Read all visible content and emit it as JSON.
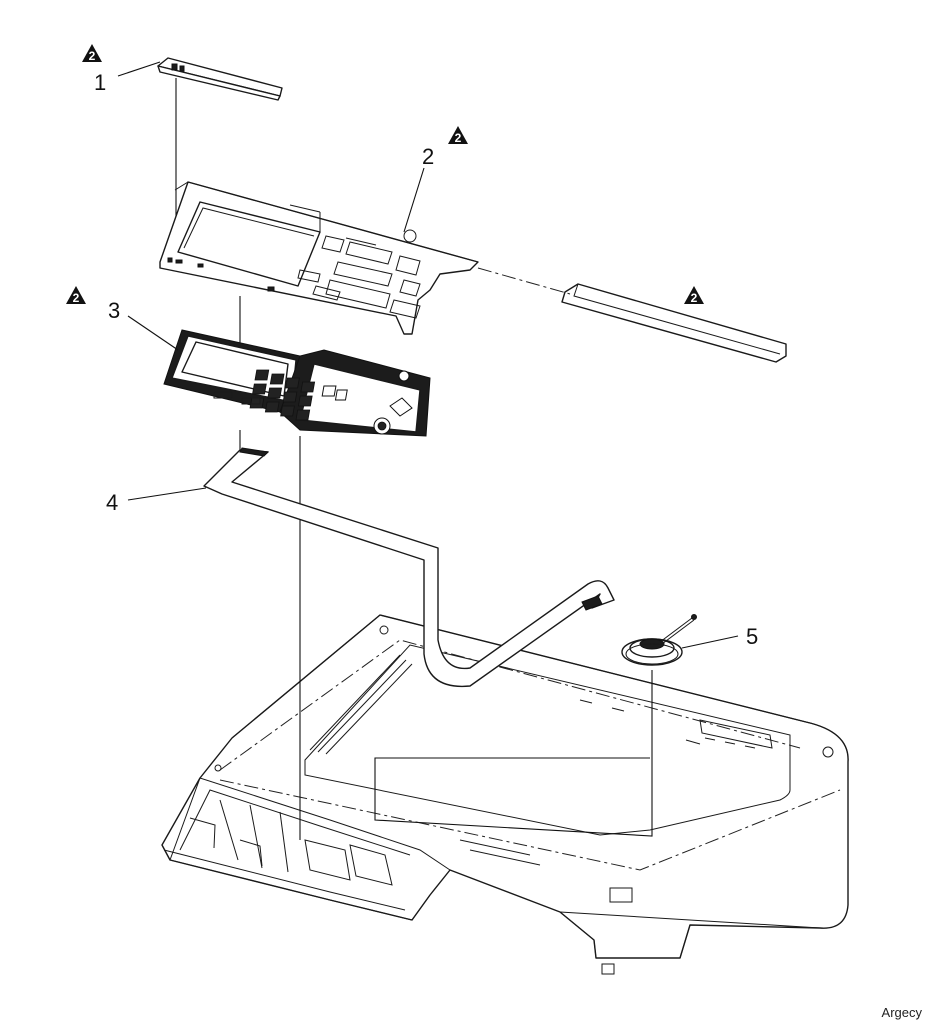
{
  "callouts": {
    "c1": "1",
    "c2": "2",
    "c3": "3",
    "c4": "4",
    "c5": "5"
  },
  "warning_symbol": {
    "icon": "warning-triangle-2-icon",
    "glyph": "2"
  },
  "watermark": "Argecy"
}
